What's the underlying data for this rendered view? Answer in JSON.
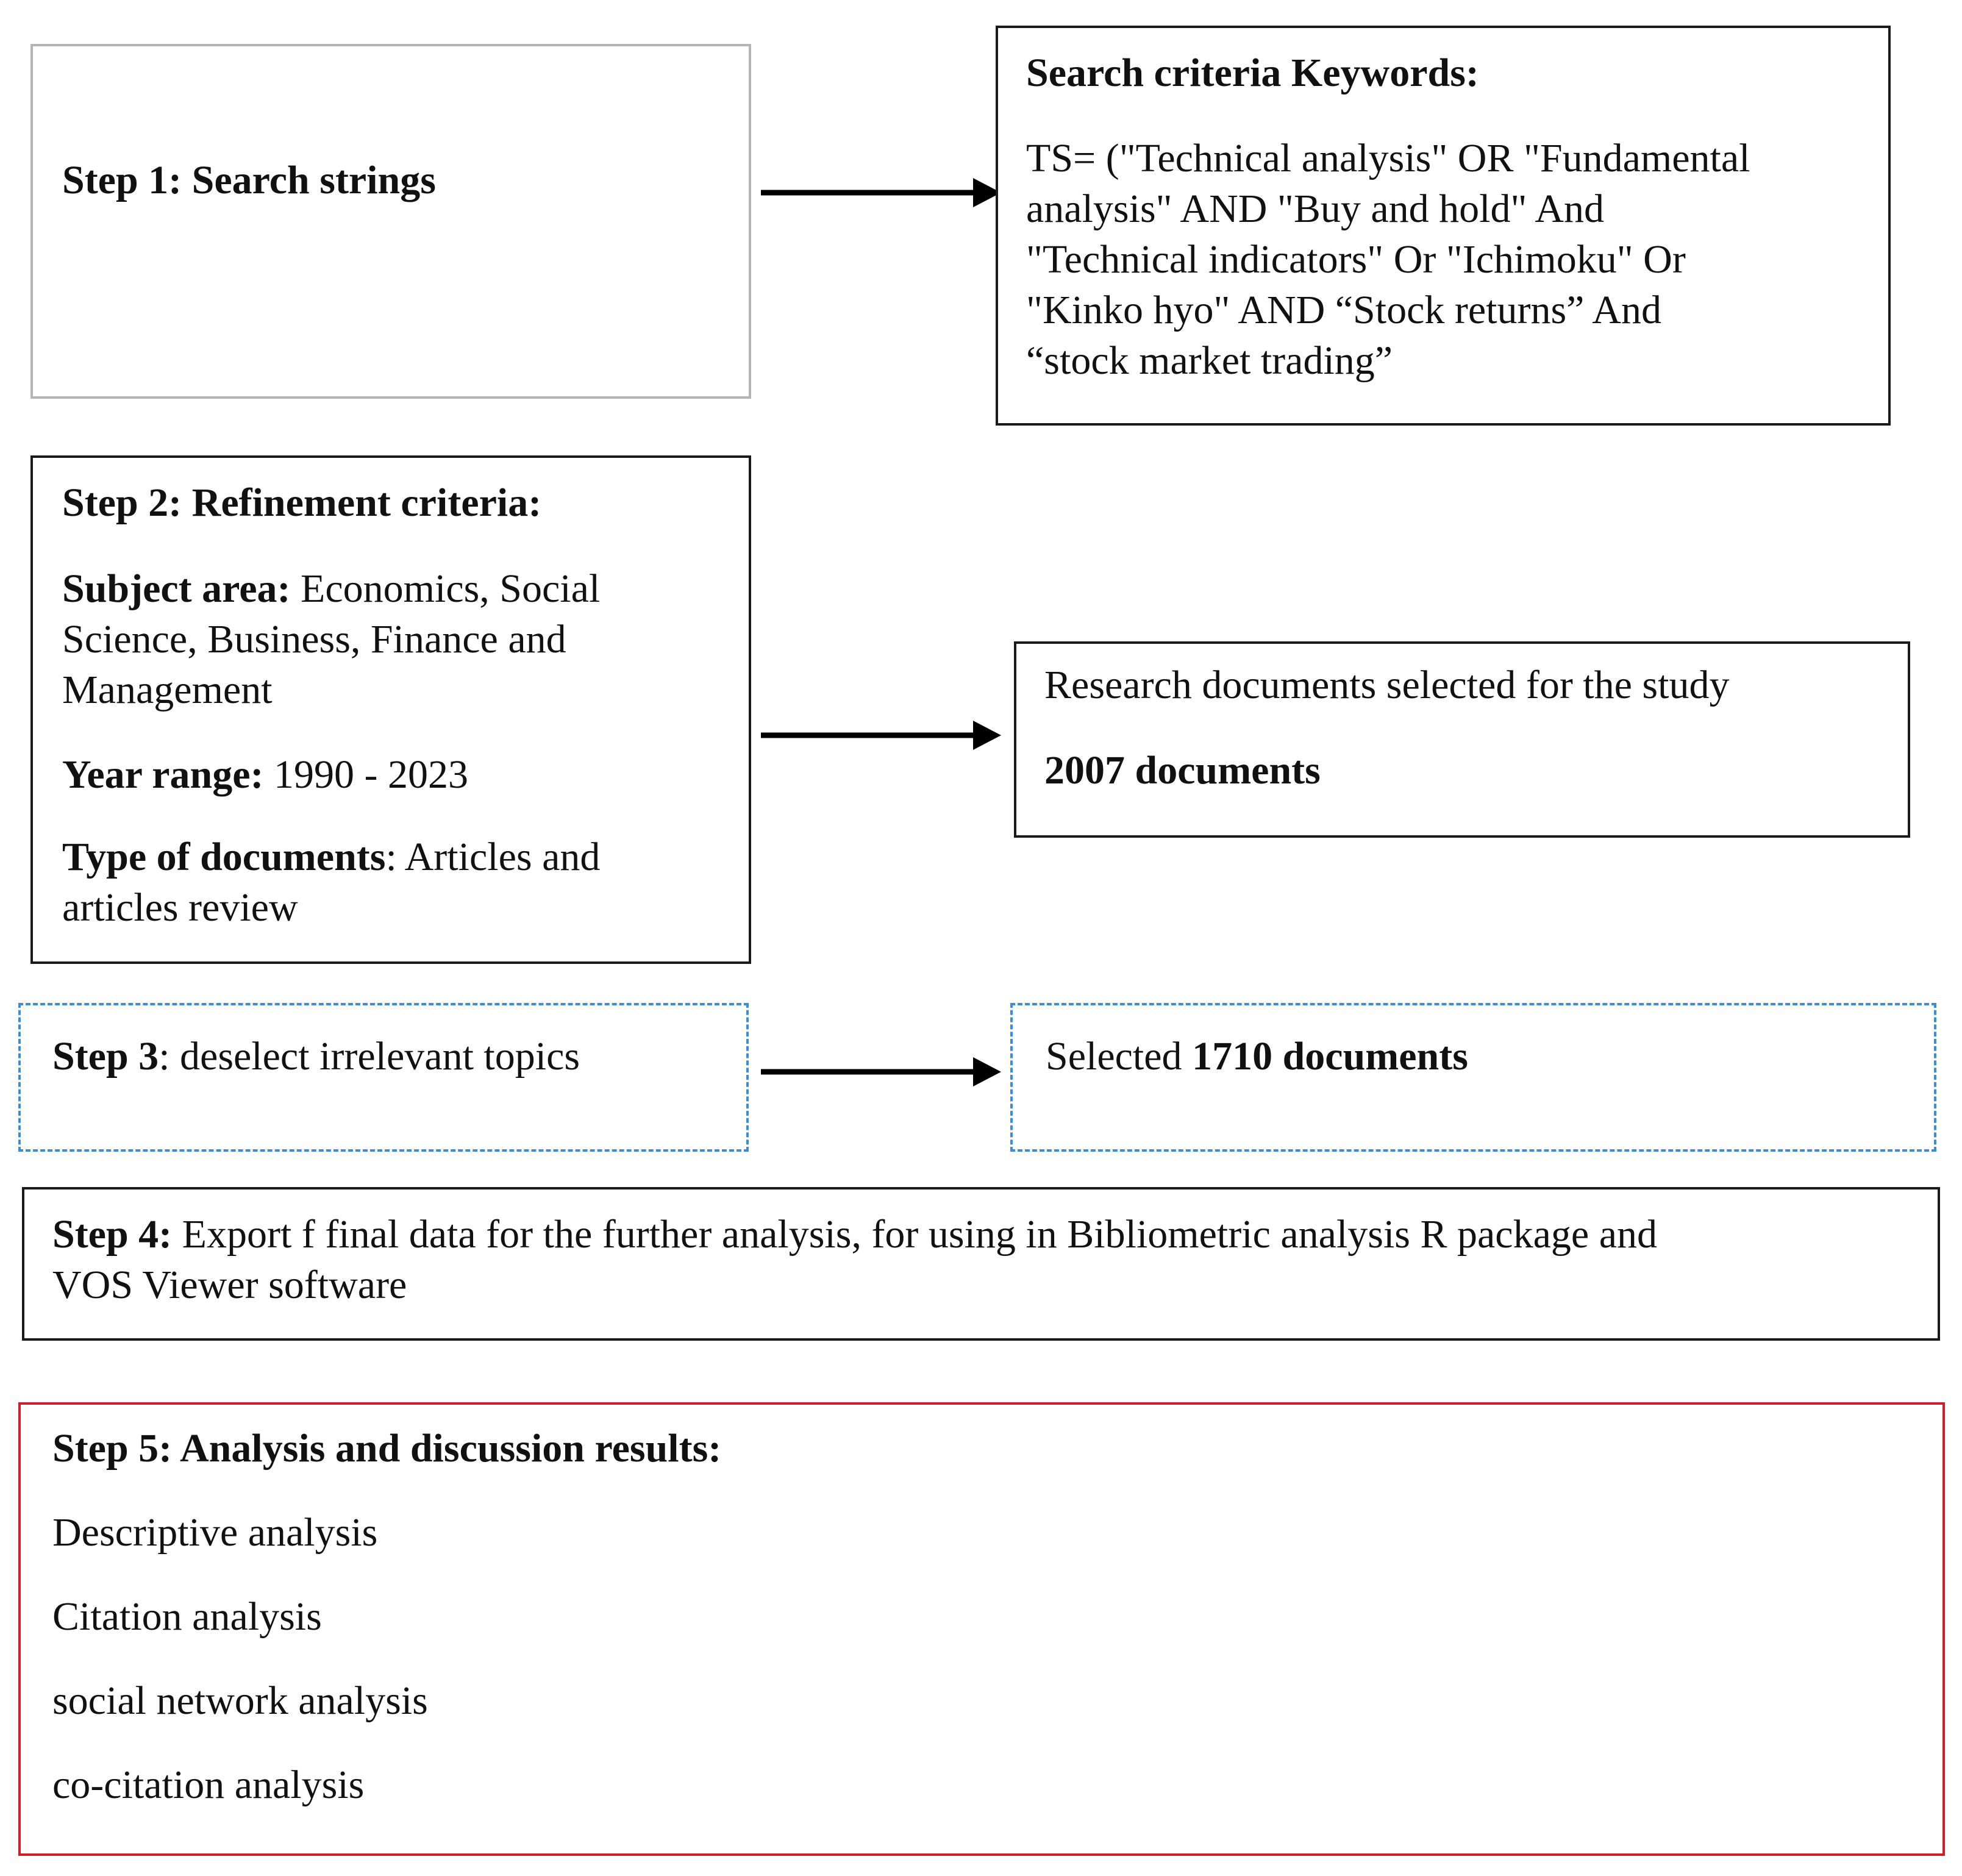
{
  "step1": {
    "label": "Step 1: Search strings"
  },
  "search_criteria": {
    "heading": "Search criteria Keywords:",
    "query_lines": [
      "TS= (\"Technical analysis\" OR \"Fundamental",
      "analysis\" AND \"Buy and hold\" And",
      "\"Technical indicators\" Or \"Ichimoku\" Or",
      "\"Kinko hyo\" AND “Stock returns” And",
      "“stock market trading”"
    ]
  },
  "step2": {
    "heading": "Step 2: Refinement criteria:",
    "subject_label": "Subject area:",
    "subject_lines": [
      " Economics, Social",
      "Science, Business, Finance and",
      "Management"
    ],
    "year_label": "Year range:",
    "year_value": " 1990 - 2023",
    "type_label": "Type of documents",
    "type_lines": [
      ": Articles and",
      "articles review"
    ]
  },
  "selected_docs": {
    "line": "Research documents selected for the study",
    "count": "2007 documents"
  },
  "step3": {
    "label": "Step 3",
    "text": ": deselect irrelevant topics"
  },
  "selected_1710": {
    "prefix": "Selected ",
    "count": "1710 documents"
  },
  "step4": {
    "label": "Step 4:",
    "lines": [
      " Export f final data for the further analysis, for using in Bibliometric analysis R package and",
      "VOS Viewer software"
    ]
  },
  "step5": {
    "heading": "Step 5: Analysis and discussion results:",
    "items": [
      "Descriptive analysis",
      "Citation analysis",
      "social network analysis",
      "co-citation analysis"
    ]
  }
}
